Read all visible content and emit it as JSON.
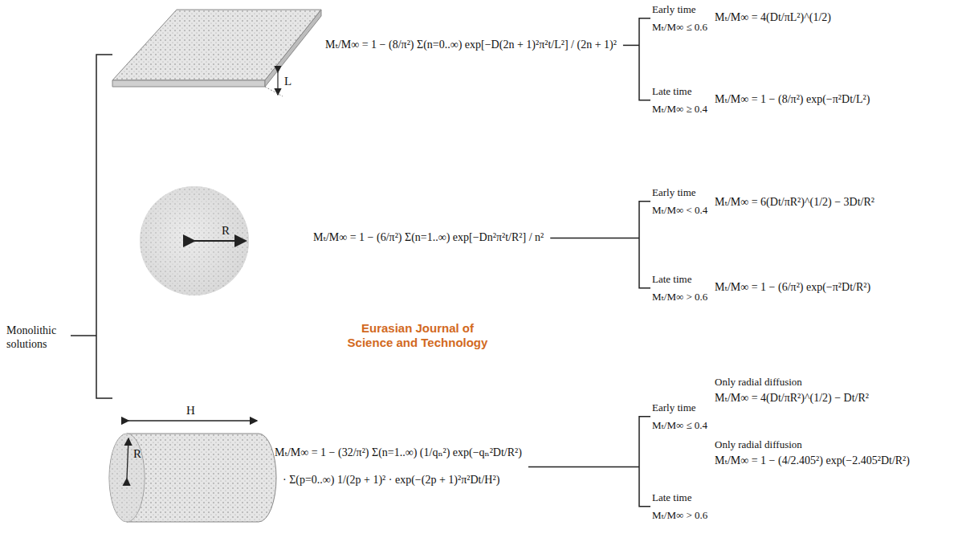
{
  "diagram": {
    "labels": [
      "Monolithic solutions",
      "L",
      "Mₜ/M∞ = 1 − (8/π²) Σ(n=0..∞) exp[−D(2n + 1)²π²t/L²] / (2n + 1)²",
      "Early time",
      "Mₜ/M∞ ≤ 0.6",
      "Mₜ/M∞ = 4(Dt/πL²)^(1/2)",
      "Late time",
      "Mₜ/M∞ ≥ 0.4",
      "Mₜ/M∞ = 1 − (8/π²) exp(−π²Dt/L²)",
      "R",
      "Mₜ/M∞ = 1 − (6/π²) Σ(n=1..∞) exp[−Dn²π²t/R²] / n²",
      "Early time",
      "Mₜ/M∞ < 0.4",
      "Mₜ/M∞ = 6(Dt/πR²)^(1/2) − 3Dt/R²",
      "Late time",
      "Mₜ/M∞ > 0.6",
      "Mₜ/M∞ = 1 − (6/π²) exp(−π²Dt/R²)",
      "Eurasian Journal of Science and Technology",
      "H",
      "R",
      "Mₜ/M∞ = 1 − (32/π²) Σ(n=1..∞) (1/qₙ²) exp(−qₙ²Dt/R²)",
      "· Σ(p=0..∞) 1/(2p + 1)² · exp(−(2p + 1)²π²Dt/H²)",
      "Early time",
      "Mₜ/M∞ ≤ 0.4",
      "Only radial diffusion",
      "Mₜ/M∞ = 4(Dt/πR²)^(1/2) − Dt/R²",
      "Only radial diffusion",
      "Mₜ/M∞ = 1 − (4/2.405²) exp(−2.405²Dt/R²)",
      "Late time",
      "Mₜ/M∞ > 0.6"
    ]
  }
}
